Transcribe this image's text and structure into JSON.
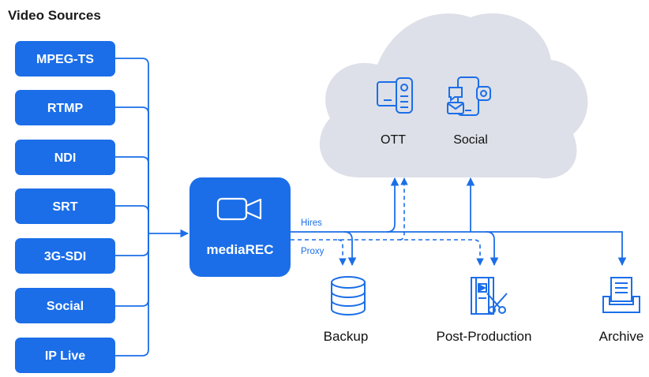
{
  "title": "Video Sources",
  "sources": [
    "MPEG-TS",
    "RTMP",
    "NDI",
    "SRT",
    "3G-SDI",
    "Social",
    "IP Live"
  ],
  "hub": {
    "label": "mediaREC",
    "icon": "video-camera-icon"
  },
  "streams": {
    "hires": "Hires",
    "proxy": "Proxy"
  },
  "cloud": {
    "ott": {
      "label": "OTT",
      "icon": "tv-remote-icon"
    },
    "social": {
      "label": "Social",
      "icon": "mobile-social-icon"
    }
  },
  "destinations": {
    "backup": {
      "label": "Backup",
      "icon": "database-icon"
    },
    "post_production": {
      "label": "Post-Production",
      "icon": "film-scissors-icon"
    },
    "archive": {
      "label": "Archive",
      "icon": "archive-tray-icon"
    }
  },
  "colors": {
    "accent": "#1b6ee8",
    "cloud": "#dde0e8",
    "text": "#111111"
  }
}
